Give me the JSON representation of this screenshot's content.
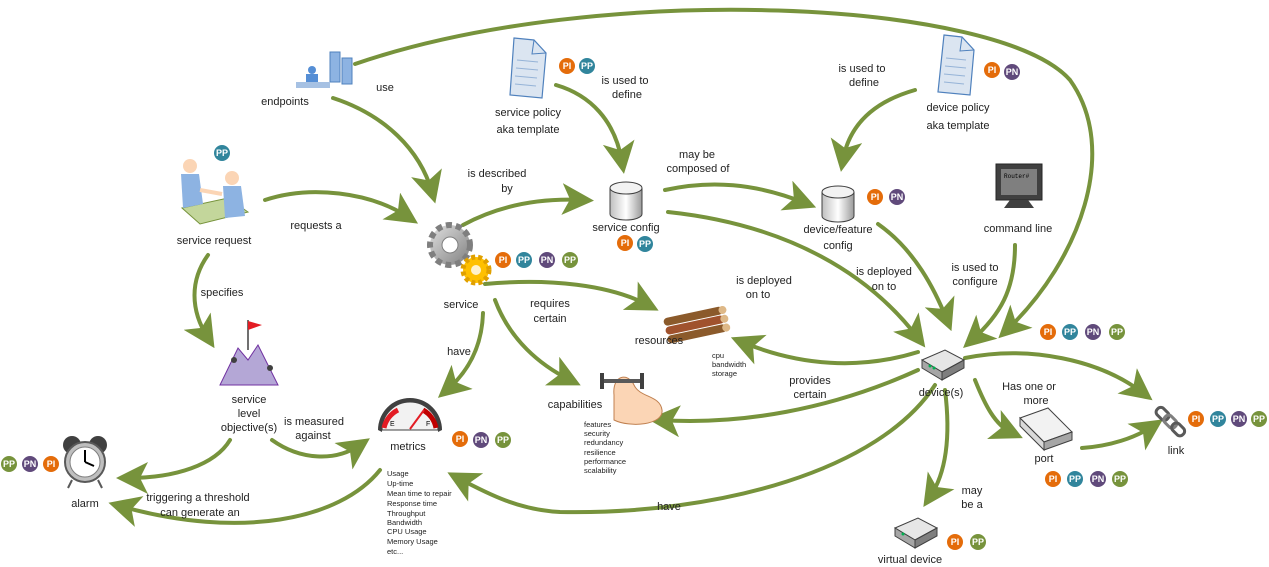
{
  "colors": {
    "arrow": "#77933c",
    "PI": "#e46c0a",
    "PP": "#31859c",
    "PN": "#604a7b",
    "PP_green": "#77933c"
  },
  "badges": {
    "PI": "PI",
    "PP": "PP",
    "PN": "PN"
  },
  "nodes": {
    "endpoints": "endpoints",
    "service_policy": [
      "service policy",
      "aka template"
    ],
    "device_policy": [
      "device policy",
      "aka template"
    ],
    "service_request": "service request",
    "service": "service",
    "service_config": "service config",
    "device_feature_config": [
      "device/feature",
      "config"
    ],
    "command_line": "command line",
    "resources": "resources",
    "resources_list": [
      "cpu",
      "bandwidth",
      "storage"
    ],
    "slo": [
      "service",
      "level",
      "objective(s)"
    ],
    "metrics": "metrics",
    "metrics_list": [
      "Usage",
      "Up-time",
      "Mean time to repair",
      "Response time",
      "Throughput",
      "Bandwidth",
      "CPU Usage",
      "Memory Usage",
      "etc..."
    ],
    "capabilities": "capabilities",
    "capabilities_list": [
      "features",
      "security",
      "redundancy",
      "resilience",
      "performance",
      "scalability"
    ],
    "devices": "device(s)",
    "port": "port",
    "link": "link",
    "alarm": "alarm",
    "virtual_device": "virtual device"
  },
  "edges": {
    "use": "use",
    "is_used_to_define_1": [
      "is used to",
      "define"
    ],
    "is_used_to_define_2": [
      "is used to",
      "define"
    ],
    "requests_a": "requests a",
    "is_described_by": [
      "is described",
      "by"
    ],
    "may_be_composed_of": [
      "may be",
      "composed of"
    ],
    "specifies": "specifies",
    "is_deployed_on_to_1": [
      "is deployed",
      "on to"
    ],
    "is_deployed_on_to_2": [
      "is deployed",
      "on to"
    ],
    "is_used_to_configure": [
      "is used to",
      "configure"
    ],
    "requires_certain": [
      "requires",
      "certain"
    ],
    "have_1": "have",
    "provides_certain": [
      "provides",
      "certain"
    ],
    "has_one_or_more": [
      "Has one or",
      "more"
    ],
    "is_measured_against": [
      "is measured",
      "against"
    ],
    "triggering": [
      "triggering a threshold",
      "can generate an"
    ],
    "have_2": "have",
    "may_be_a": [
      "may",
      "be a"
    ]
  }
}
